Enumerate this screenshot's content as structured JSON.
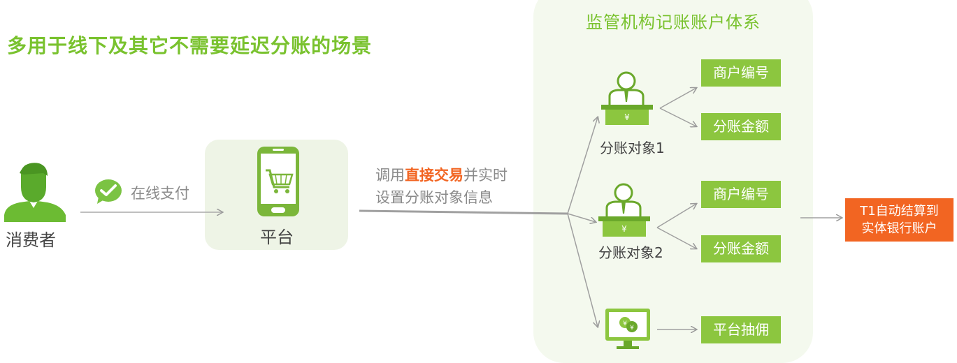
{
  "headline": "多用于线下及其它不需要延迟分账的场景",
  "consumer": {
    "label": "消费者"
  },
  "payment": {
    "label": "在线支付"
  },
  "platform": {
    "label": "平台"
  },
  "api_call": {
    "prefix": "调用",
    "highlight": "直接交易",
    "suffix": "并实时",
    "line2": "设置分账对象信息"
  },
  "regulator": {
    "title": "监管机构记账账户体系",
    "targets": [
      {
        "label": "分账对象1",
        "currency": "¥",
        "fields": [
          "商户编号",
          "分账金额"
        ]
      },
      {
        "label": "分账对象2",
        "currency": "¥",
        "fields": [
          "商户编号",
          "分账金额"
        ]
      }
    ],
    "commission": {
      "label": "平台抽佣"
    }
  },
  "settlement": {
    "line1": "T1自动结算到",
    "line2": "实体银行账户"
  },
  "colors": {
    "green": "#79c22e",
    "box_green": "#8cc63f",
    "orange": "#f26522",
    "gray": "#8a8a8a"
  }
}
